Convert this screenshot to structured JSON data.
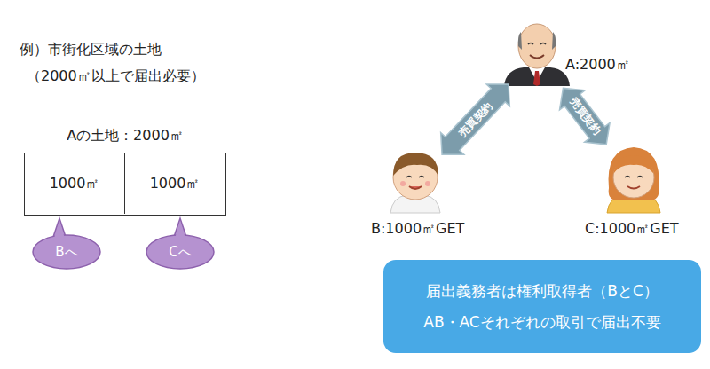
{
  "diagram": {
    "nodes": [
      {
        "text": [
          "Aの土地：2000㎡"
        ]
      },
      {
        "text": [
          "1000㎡"
        ],
        "in": 0
      },
      {
        "text": [
          "1000㎡"
        ],
        "in": 0
      },
      {
        "text": [
          "Bへ"
        ]
      },
      {
        "text": [
          "Cへ"
        ]
      },
      {
        "text": [
          "A:2000㎡"
        ]
      },
      {
        "text": [
          "B:1000㎡GET"
        ]
      },
      {
        "text": [
          "C:1000㎡GET"
        ]
      },
      {
        "text": [
          "届出義務者は権利取得者（BとC）",
          "AB・ACそれぞれの取引で届出不要"
        ]
      }
    ],
    "edges": [
      {
        "from": 5,
        "to": 6,
        "arrow": "both",
        "label": "売買契約"
      },
      {
        "from": 5,
        "to": 7,
        "arrow": "both",
        "label": "売買契約"
      }
    ],
    "labels": [
      "例）市街化区域の土地",
      "（2000㎡以上で届出必要）"
    ]
  }
}
